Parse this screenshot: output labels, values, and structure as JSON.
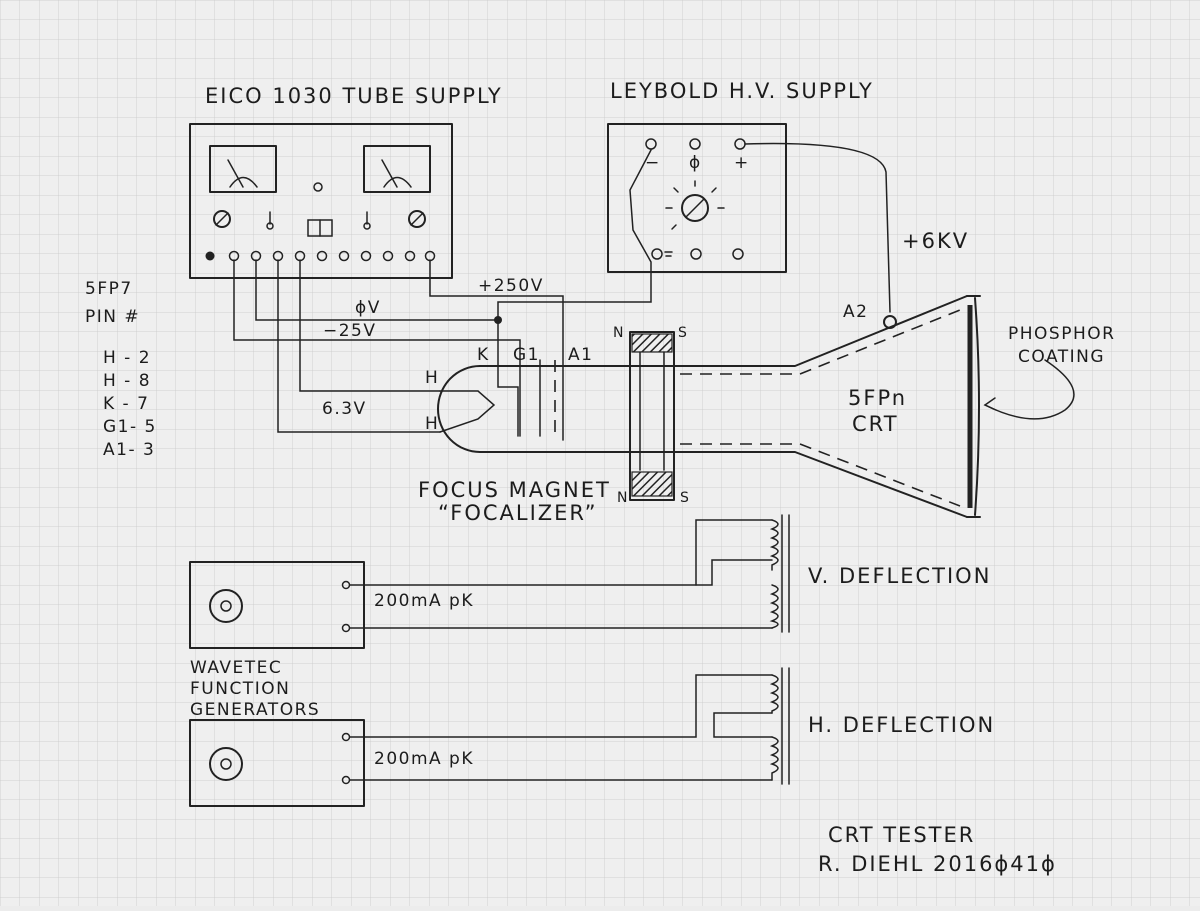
{
  "supplies": {
    "tube_supply_title": "EICO 1030 TUBE SUPPLY",
    "hv_supply_title": "LEYBOLD H.V. SUPPLY",
    "hv_minus": "−",
    "hv_zero": "ϕ",
    "hv_plus": "+"
  },
  "wires": {
    "v250": "+250V",
    "v0": "ϕV",
    "vneg25": "−25V",
    "v63": "6.3V",
    "v6kv": "+6KV"
  },
  "pin_table": {
    "title_line1": "5FP7",
    "title_line2": "PIN #",
    "rows": [
      "H - 2",
      "H - 8",
      "K - 7",
      "G1- 5",
      "A1- 3"
    ]
  },
  "tube": {
    "label_k": "K",
    "label_g1": "G1",
    "label_a1": "A1",
    "label_h_top": "H",
    "label_h_bottom": "H",
    "label_a2": "A2",
    "label_n_top": "N",
    "label_s_top": "S",
    "label_n_bottom": "N",
    "label_s_bottom": "S",
    "crt_line1": "5FPn",
    "crt_line2": "CRT",
    "phosphor_line1": "PHOSPHOR",
    "phosphor_line2": "COATING",
    "focus_line1": "FOCUS MAGNET",
    "focus_line2": "“FOCALIZER”"
  },
  "deflection": {
    "v_label": "V. DEFLECTION",
    "h_label": "H. DEFLECTION",
    "v_current": "200mA pK",
    "h_current": "200mA pK",
    "generators_line1": "WAVETEC",
    "generators_line2": "FUNCTION",
    "generators_line3": "GENERATORS"
  },
  "signature": {
    "line1": "CRT TESTER",
    "line2": "R. DIEHL 2016ϕ41ϕ"
  }
}
